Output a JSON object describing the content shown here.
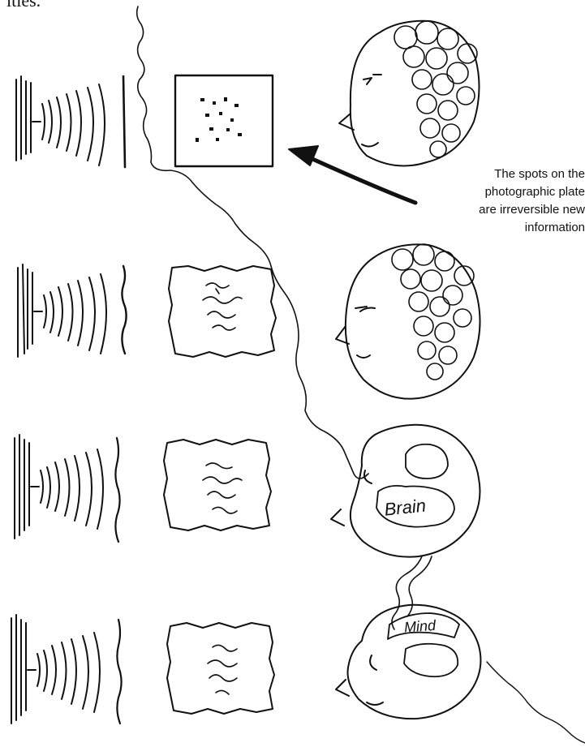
{
  "header_fragment": "ities.",
  "annotation": {
    "lines": [
      "The spots on the",
      "photographic plate",
      "are irreversible new",
      "information"
    ]
  },
  "head_labels": {
    "brain": "Brain",
    "mind": "Mind"
  },
  "colors": {
    "ink": "#111111",
    "background": "#ffffff"
  }
}
